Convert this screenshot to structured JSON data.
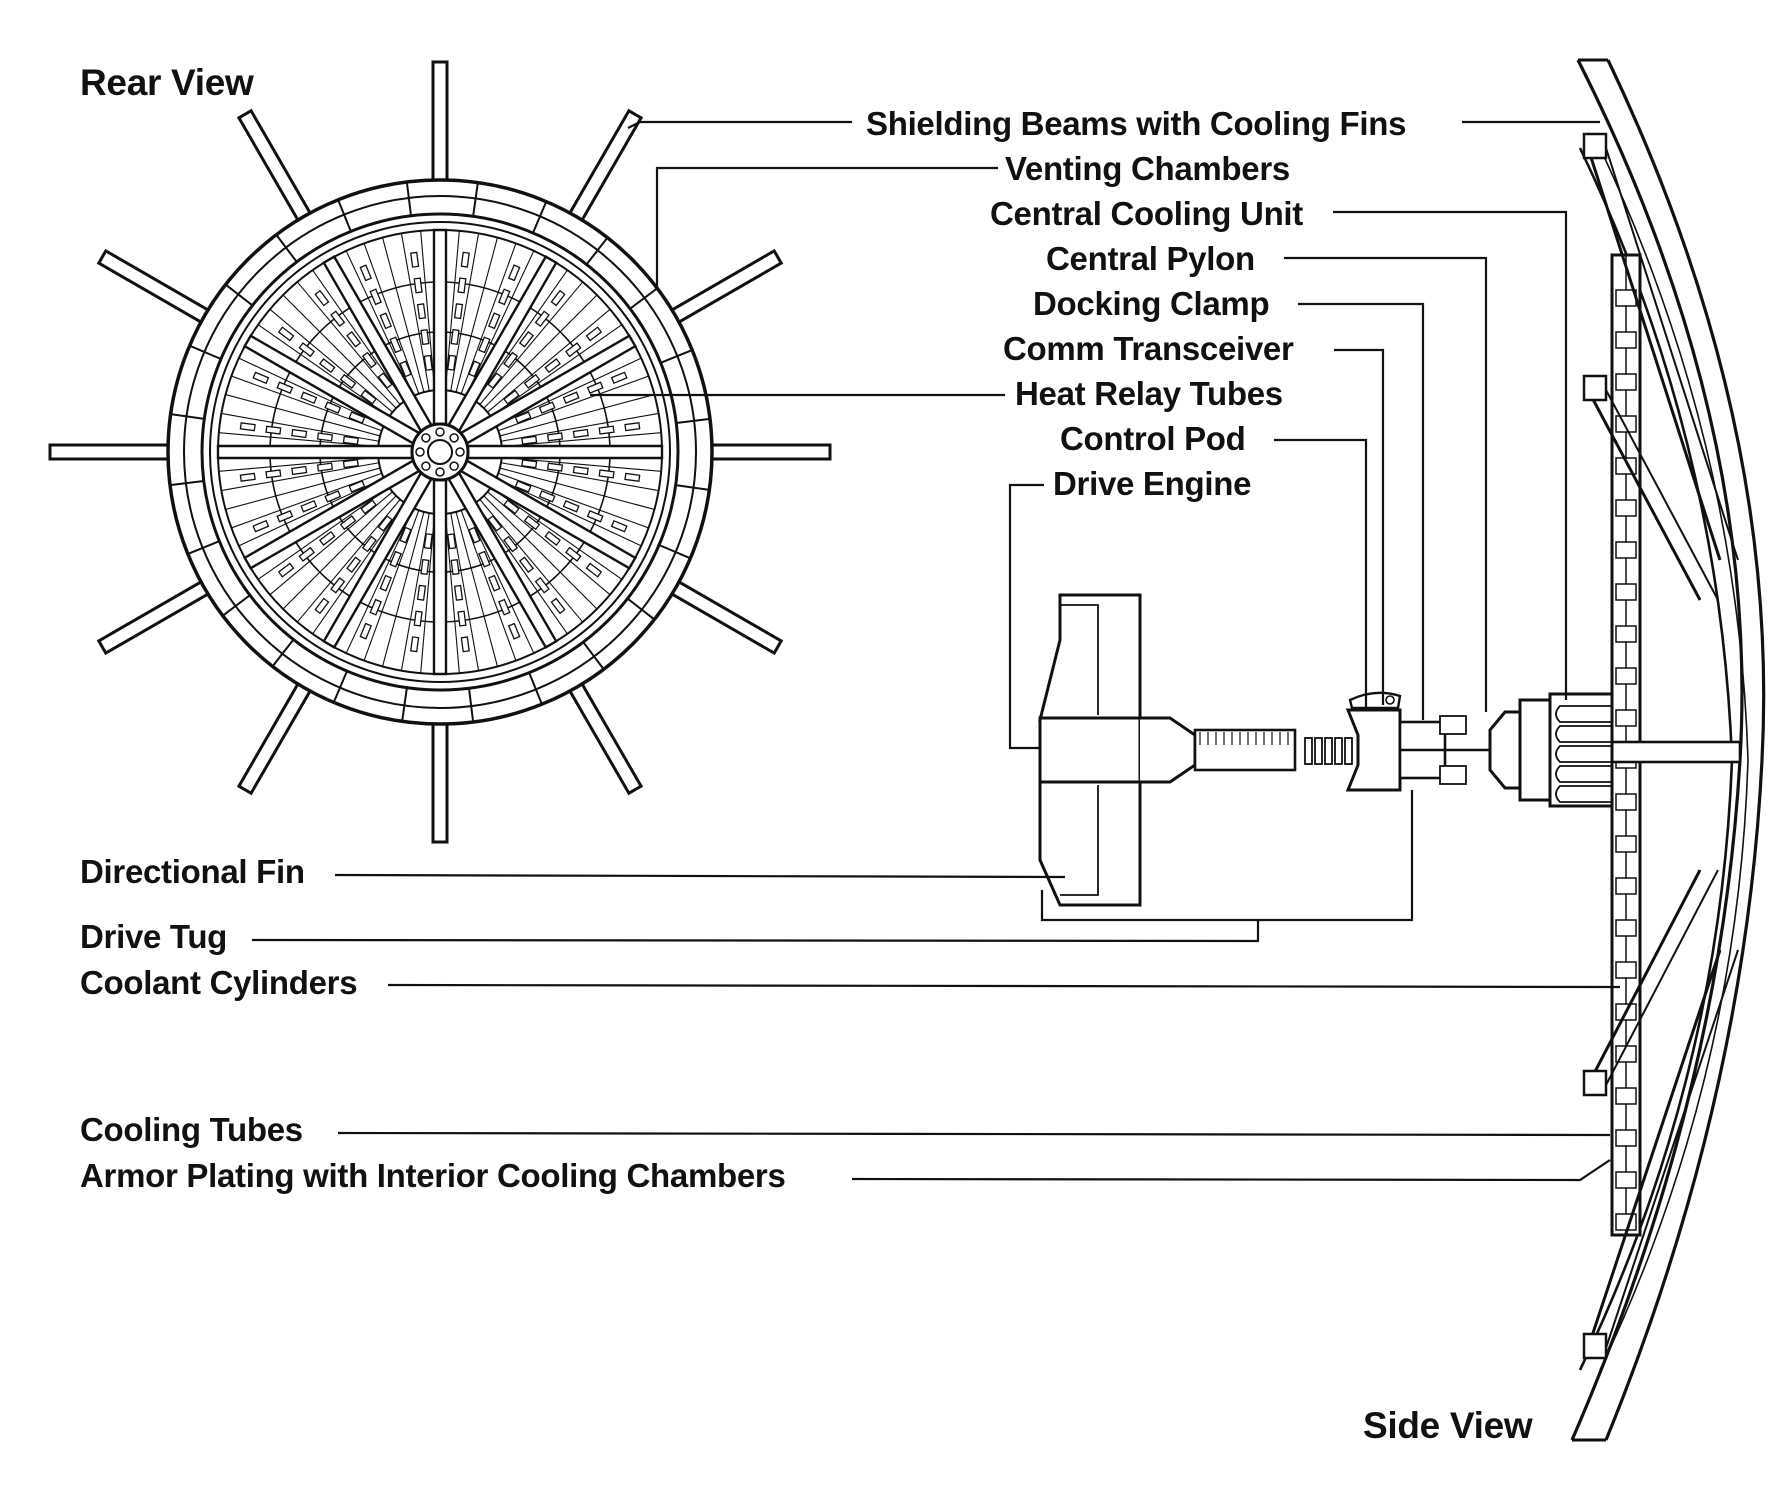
{
  "diagram": {
    "ink_color": "#111111",
    "background_color": "#ffffff",
    "views": {
      "rear": {
        "title": "Rear View"
      },
      "side": {
        "title": "Side View"
      }
    },
    "callouts_upper": [
      {
        "id": "shielding-beams",
        "label": "Shielding Beams with Cooling Fins"
      },
      {
        "id": "venting-chambers",
        "label": "Venting Chambers"
      },
      {
        "id": "central-cooling-unit",
        "label": "Central Cooling Unit"
      },
      {
        "id": "central-pylon",
        "label": "Central Pylon"
      },
      {
        "id": "docking-clamp",
        "label": "Docking Clamp"
      },
      {
        "id": "comm-transceiver",
        "label": "Comm Transceiver"
      },
      {
        "id": "heat-relay-tubes",
        "label": "Heat Relay Tubes"
      },
      {
        "id": "control-pod",
        "label": "Control Pod"
      },
      {
        "id": "drive-engine",
        "label": "Drive Engine"
      }
    ],
    "callouts_lower": [
      {
        "id": "directional-fin",
        "label": "Directional Fin"
      },
      {
        "id": "drive-tug",
        "label": "Drive Tug"
      },
      {
        "id": "coolant-cylinders",
        "label": "Coolant Cylinders"
      },
      {
        "id": "cooling-tubes",
        "label": "Cooling Tubes"
      },
      {
        "id": "armor-plating",
        "label": "Armor Plating with Interior Cooling Chambers"
      }
    ]
  }
}
